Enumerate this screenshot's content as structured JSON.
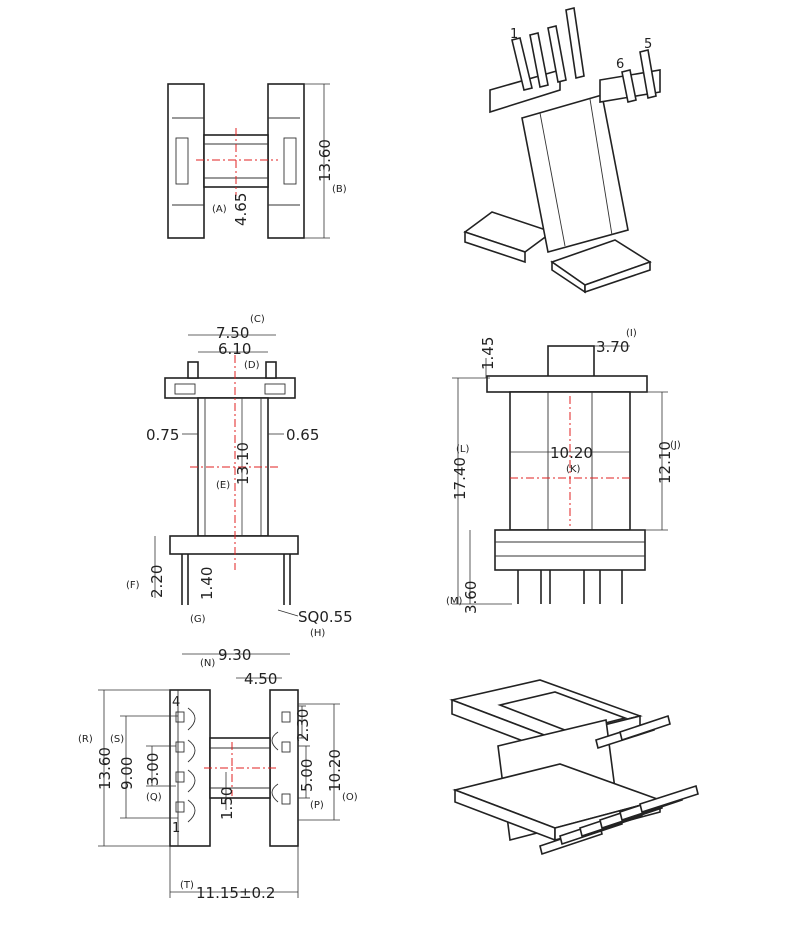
{
  "views": {
    "top": {
      "dims": [
        {
          "value": "13.60",
          "ref": "(B)"
        },
        {
          "value": "4.65",
          "ref": "(A)"
        }
      ]
    },
    "front": {
      "dims": [
        {
          "value": "7.50",
          "ref": "(C)"
        },
        {
          "value": "6.10",
          "ref": "(D)"
        },
        {
          "value": "0.75",
          "ref": ""
        },
        {
          "value": "0.65",
          "ref": ""
        },
        {
          "value": "13.10",
          "ref": "(E)"
        },
        {
          "value": "2.20",
          "ref": "(F)"
        },
        {
          "value": "1.40",
          "ref": "(G)"
        },
        {
          "value": "SQ0.55",
          "ref": "(H)"
        }
      ]
    },
    "side": {
      "dims": [
        {
          "value": "1.45",
          "ref": ""
        },
        {
          "value": "3.70",
          "ref": "(I)"
        },
        {
          "value": "17.40",
          "ref": "(L)"
        },
        {
          "value": "12.10",
          "ref": "(J)"
        },
        {
          "value": "10.20",
          "ref": "(K)"
        },
        {
          "value": "3.60",
          "ref": "(M)"
        }
      ]
    },
    "bottom": {
      "dims": [
        {
          "value": "9.30",
          "ref": "(N)"
        },
        {
          "value": "4.50",
          "ref": ""
        },
        {
          "value": "13.60",
          "ref": "(R)"
        },
        {
          "value": "9.00",
          "ref": "(S)"
        },
        {
          "value": "3.00",
          "ref": "(Q)"
        },
        {
          "value": "1.50",
          "ref": ""
        },
        {
          "value": "2.30",
          "ref": ""
        },
        {
          "value": "5.00",
          "ref": "(P)"
        },
        {
          "value": "10.20",
          "ref": "(O)"
        },
        {
          "value": "11.15±0.2",
          "ref": "(T)"
        }
      ]
    }
  },
  "pin_labels": {
    "iso_top": [
      "1",
      "6",
      "5"
    ],
    "bottom": [
      "4",
      "1"
    ]
  }
}
